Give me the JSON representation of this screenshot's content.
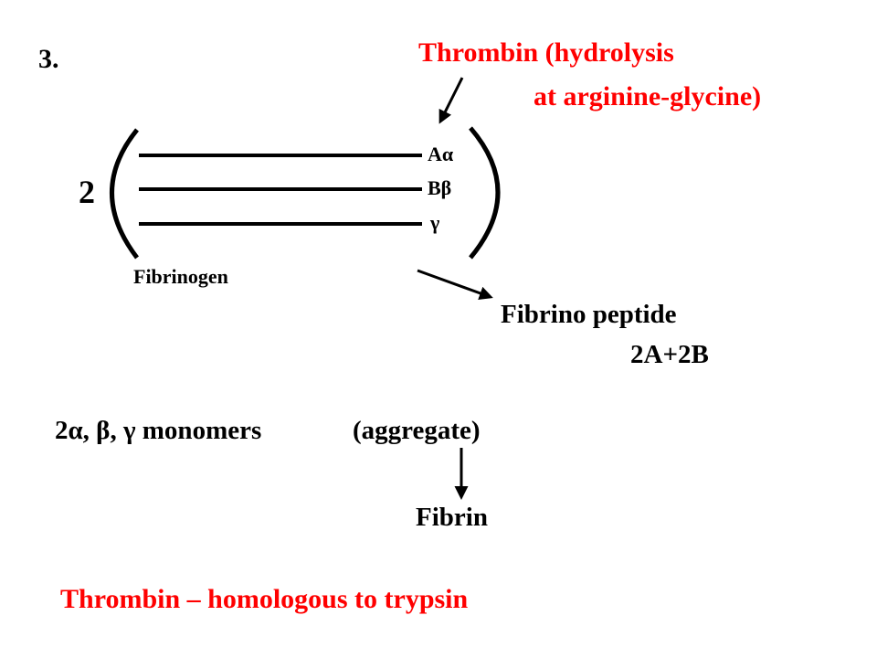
{
  "section_number": "3.",
  "thrombin_note": {
    "line1": "Thrombin  (hydrolysis",
    "line2": "at arginine-glycine)"
  },
  "multiplier": "2",
  "chains": [
    "Aα",
    "Bβ",
    "γ"
  ],
  "fibrinogen_label": "Fibrinogen",
  "fibrinopeptide": {
    "line1": "Fibrino peptide",
    "line2": "2A+2B"
  },
  "monomers_label": "2α, β, γ monomers",
  "aggregate_label": "(aggregate)",
  "fibrin_label": "Fibrin",
  "footer_note": "Thrombin  – homologous  to  trypsin",
  "colors": {
    "highlight": "#ff0000",
    "text": "#000000"
  }
}
